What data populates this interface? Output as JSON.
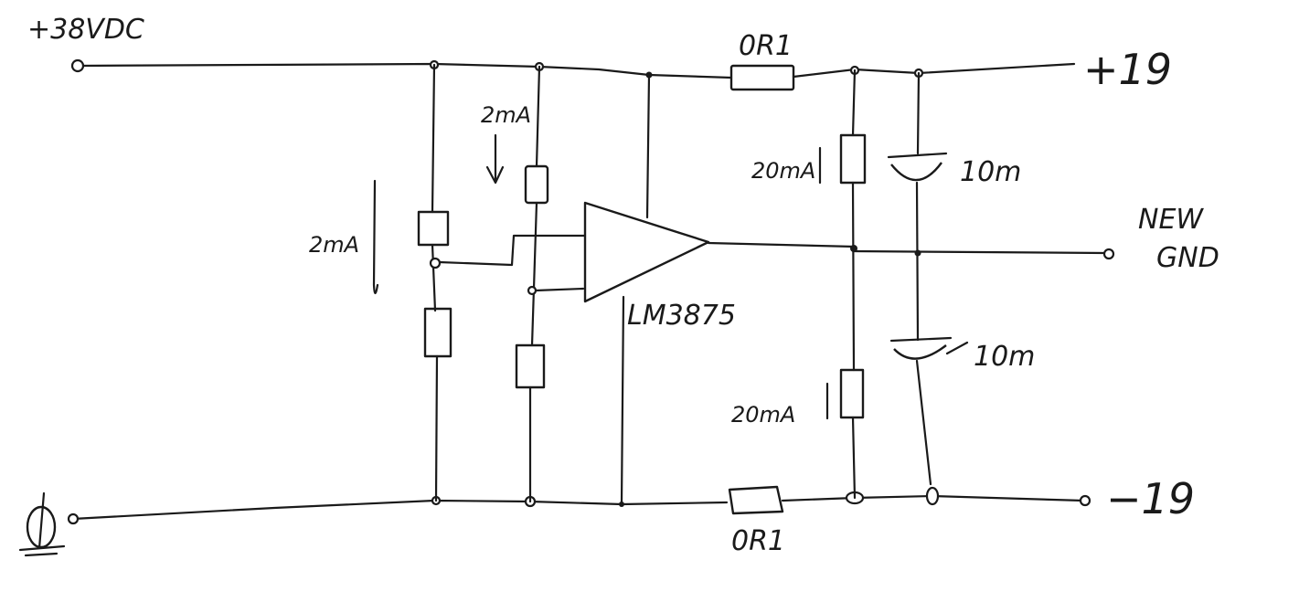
{
  "labels": {
    "supply": "+38VDC",
    "top_resistor": "0R1",
    "bottom_resistor": "0R1",
    "out_pos": "+19",
    "out_neg": "−19",
    "out_gnd_line1": "NEW",
    "out_gnd_line2": "GND",
    "opamp": "LM3875",
    "bias_current_left": "2mA",
    "bias_current_mid": "2mA",
    "rail_current_top": "20mA",
    "rail_current_bottom": "20mA",
    "cap_top": "10m",
    "cap_bottom": "10m"
  },
  "colors": {
    "ink": "#1a1a1a",
    "paper": "#ffffff"
  },
  "icons": {
    "ground": "ground-symbol-icon",
    "arrow": "current-arrow-icon"
  }
}
